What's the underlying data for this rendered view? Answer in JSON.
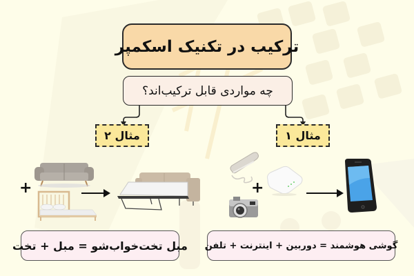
{
  "colors": {
    "background": "#fefde9",
    "title_fill": "#f9d9a8",
    "question_fill": "#fbefe6",
    "example_tag_fill": "#fbe89a",
    "result_fill": "#fdeef2",
    "outline": "#2a2a2a"
  },
  "title": "ترکیب در تکنیک اسکمپر",
  "question": "چه مواردی قابل ترکیب‌اند؟",
  "examples": [
    {
      "label": "مثال ۱",
      "inputs": [
        "telephone-icon",
        "camera-icon",
        "modem-icon"
      ],
      "output": "smartphone-icon",
      "plus": "+",
      "result": "گوشی هوشمند = دوربین + اینترنت + تلفن"
    },
    {
      "label": "مثال ۲",
      "inputs": [
        "sofa-icon",
        "bed-icon"
      ],
      "output": "sofa-bed-icon",
      "plus": "+",
      "result": "مبل تخت‌خواب‌شو = مبل + تخت"
    }
  ]
}
